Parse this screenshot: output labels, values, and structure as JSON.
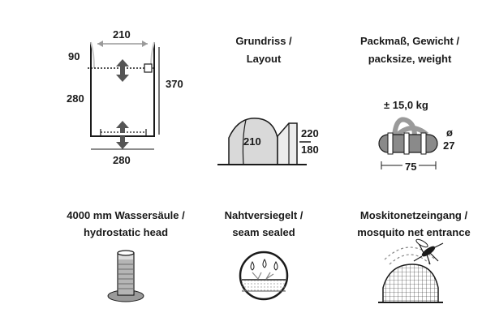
{
  "floorplan": {
    "width_top": "210",
    "vestibule_depth": "90",
    "inner_depth": "280",
    "total_length": "370",
    "width_bottom": "280"
  },
  "layout": {
    "title_line1": "Grundriss /",
    "title_line2": "Layout",
    "height_inner": "210",
    "height_outer_top": "220",
    "height_outer_bottom": "180"
  },
  "packsize": {
    "title_line1": "Packmaß, Gewicht /",
    "title_line2": "packsize, weight",
    "weight": "± 15,0 kg",
    "diameter_symbol": "ø",
    "diameter": "27",
    "length": "75"
  },
  "hydrostatic": {
    "title_line1": "4000 mm Wassersäule /",
    "title_line2": "hydrostatic head"
  },
  "seams": {
    "title_line1": "Nahtversiegelt /",
    "title_line2": "seam sealed"
  },
  "mosquito": {
    "title_line1": "Moskitonetzeingang /",
    "title_line2": "mosquito net entrance"
  },
  "colors": {
    "ink": "#1a1a1a",
    "grey": "#8a8a8a",
    "light_grey": "#c8c8c8"
  }
}
